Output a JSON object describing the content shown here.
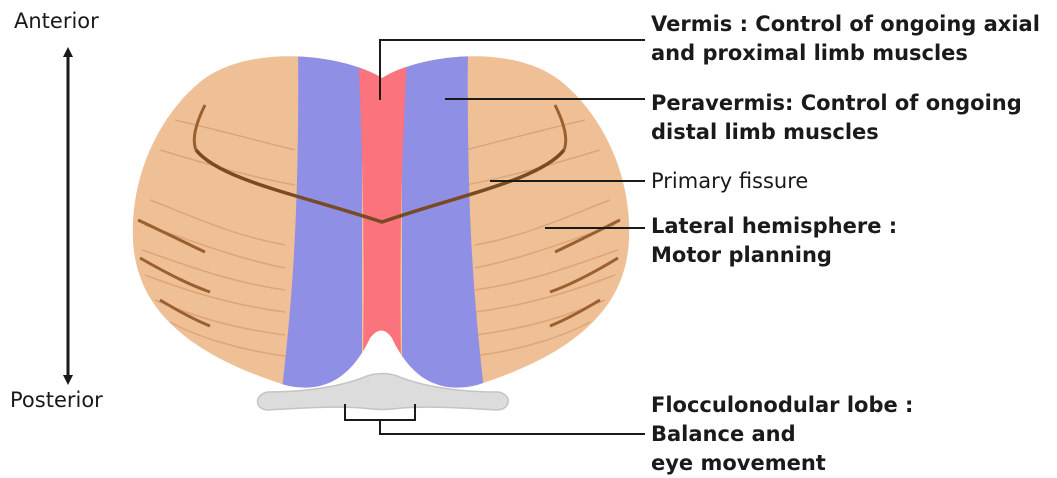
{
  "axis": {
    "top_label": "Anterior",
    "bottom_label": "Posterior"
  },
  "labels": {
    "vermis": {
      "line1": "Vermis : Control of ongoing axial",
      "line2": "and proximal limb muscles"
    },
    "paravermis": {
      "line1": "Peravermis: Control of ongoing",
      "line2": "distal limb muscles"
    },
    "primary_fissure": {
      "line1": "Primary fissure"
    },
    "lateral_hemisphere": {
      "line1": "Lateral hemisphere :",
      "line2": "Motor planning"
    },
    "flocculonodular": {
      "line1": "Flocculonodular lobe :",
      "line2": "Balance and",
      "line3": "eye movement"
    }
  },
  "colors": {
    "hemisphere": "#efbf95",
    "paravermis": "#8f8fe6",
    "vermis": "#fa737d",
    "fissure": "#7a4a22",
    "flocculonodular": "#dcdcdc",
    "leader": "#1a1a1a"
  }
}
